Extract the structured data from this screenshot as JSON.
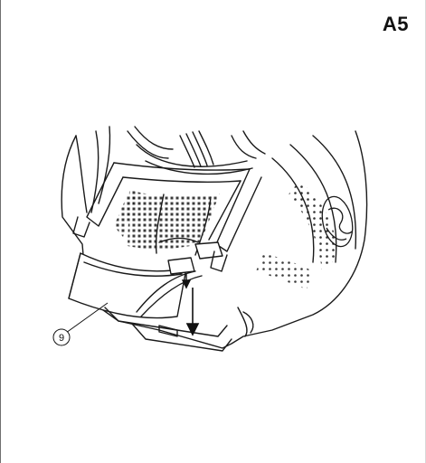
{
  "page": {
    "step_label": "A5"
  },
  "callouts": [
    {
      "number": "9",
      "refers_to": "cover-flap"
    }
  ],
  "colors": {
    "line": "#1a1a1a",
    "background": "#ffffff"
  }
}
